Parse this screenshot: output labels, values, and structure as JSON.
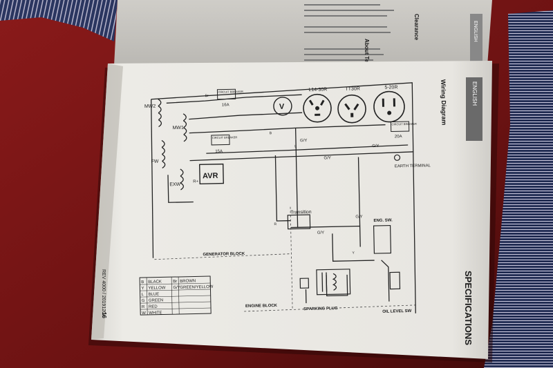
{
  "colors": {
    "cloth_red": "#7a1616",
    "towel_blue": "#28345a",
    "paper": "#e9e7e2",
    "ink": "#1c1c1c"
  },
  "top_page": {
    "heading_clearance": "Clearance",
    "heading_temperature": "About Temperature",
    "tab_label": "ENGLISH"
  },
  "sidebar": {
    "tab_label": "ENGLISH",
    "section_title": "SPECIFICATIONS",
    "footer_text": "REV 4000 / 20191204",
    "page_number": "16"
  },
  "diagram": {
    "title": "Wiring Diagram",
    "outlets": {
      "l14": "L14-30R",
      "tt30": "TT30R",
      "r520": "5-20R"
    },
    "breaker_top": {
      "label": "CIRCUIT BREAKER",
      "rating": "16A"
    },
    "breaker_mid": {
      "label": "CIRCUIT BREAKER",
      "rating": "15A"
    },
    "breaker_right": {
      "label": "CIRCUIT BREAKER",
      "rating": "20A"
    },
    "coils": {
      "mw2": "MW2",
      "mw1": "MW1",
      "fw": "FW",
      "exw": "EXW"
    },
    "avr": "AVR",
    "avr_terminals": "R+",
    "earth": "EARTH TERMINAL",
    "transition": "Transition",
    "eng_sw": "ENG. SW.",
    "blocks": {
      "generator": "GENERATOR BLOCK",
      "engine": "ENGINE BLOCK",
      "spark": "SPARKING PLUG",
      "oil": "OIL LEVEL SW"
    },
    "wire_tags": {
      "gy": "G/Y",
      "br": "Br",
      "b": "B",
      "l": "L",
      "y": "Y",
      "r": "R"
    },
    "legend": [
      [
        "B",
        "BLACK",
        "Br",
        "BROWN"
      ],
      [
        "Y",
        "YELLOW",
        "G/Y",
        "GREEN/YELLOW"
      ],
      [
        "L",
        "BLUE",
        "",
        ""
      ],
      [
        "G",
        "GREEN",
        "",
        ""
      ],
      [
        "R",
        "RED",
        "",
        ""
      ],
      [
        "W",
        "WHITE",
        "",
        ""
      ]
    ]
  }
}
